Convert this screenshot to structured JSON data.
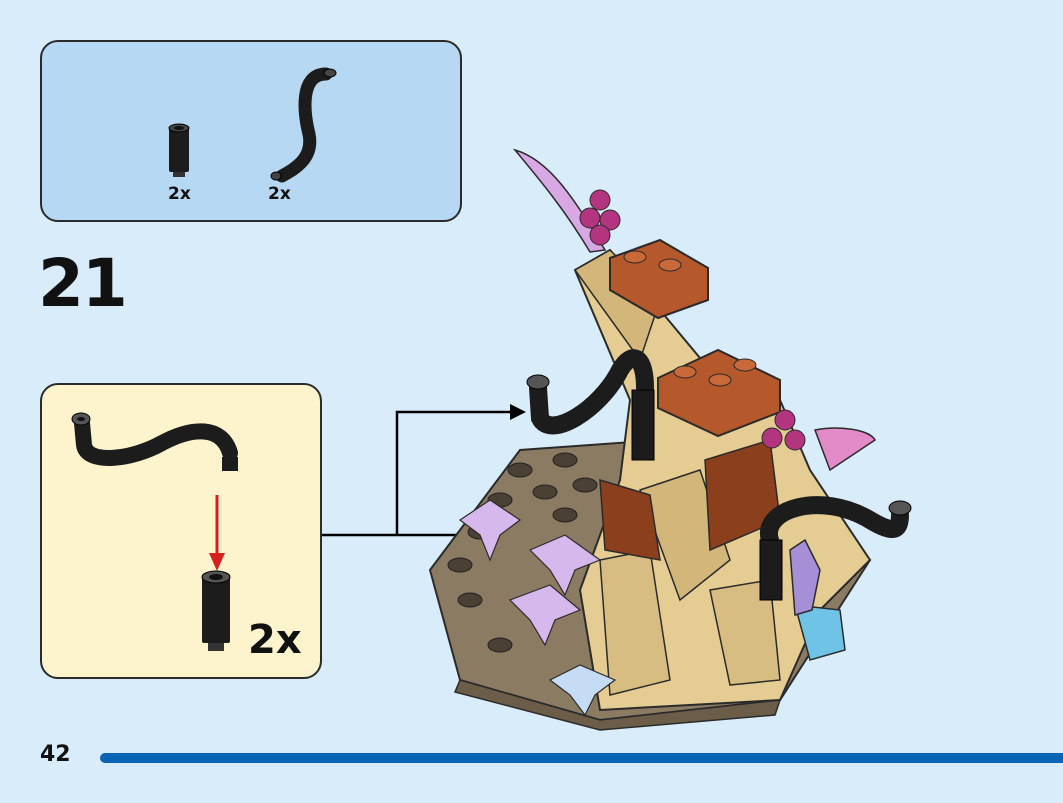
{
  "parts_list": {
    "items": [
      {
        "part": "cylinder-brick-1x1x2",
        "color": "#1c1c1c",
        "quantity": "2x"
      },
      {
        "part": "curved-hose-element",
        "color": "#1c1c1c",
        "quantity": "2x"
      }
    ]
  },
  "step": {
    "number": "21"
  },
  "subassembly": {
    "quantity": "2x",
    "arrow_color": "#d62020"
  },
  "page": {
    "number": "42",
    "progress_percent": 100,
    "progress_color": "#0a64b5"
  },
  "colors": {
    "background": "#d9ecfa",
    "parts_box": "#b7d8f3",
    "subassembly_box": "#fdf3cc",
    "tan": "#e4cc93",
    "reddish_brown": "#b5582b",
    "dark_tan": "#8b7b63",
    "lavender": "#d7b8ec",
    "magenta": "#b3347f",
    "light_aqua": "#6fc3e6"
  }
}
